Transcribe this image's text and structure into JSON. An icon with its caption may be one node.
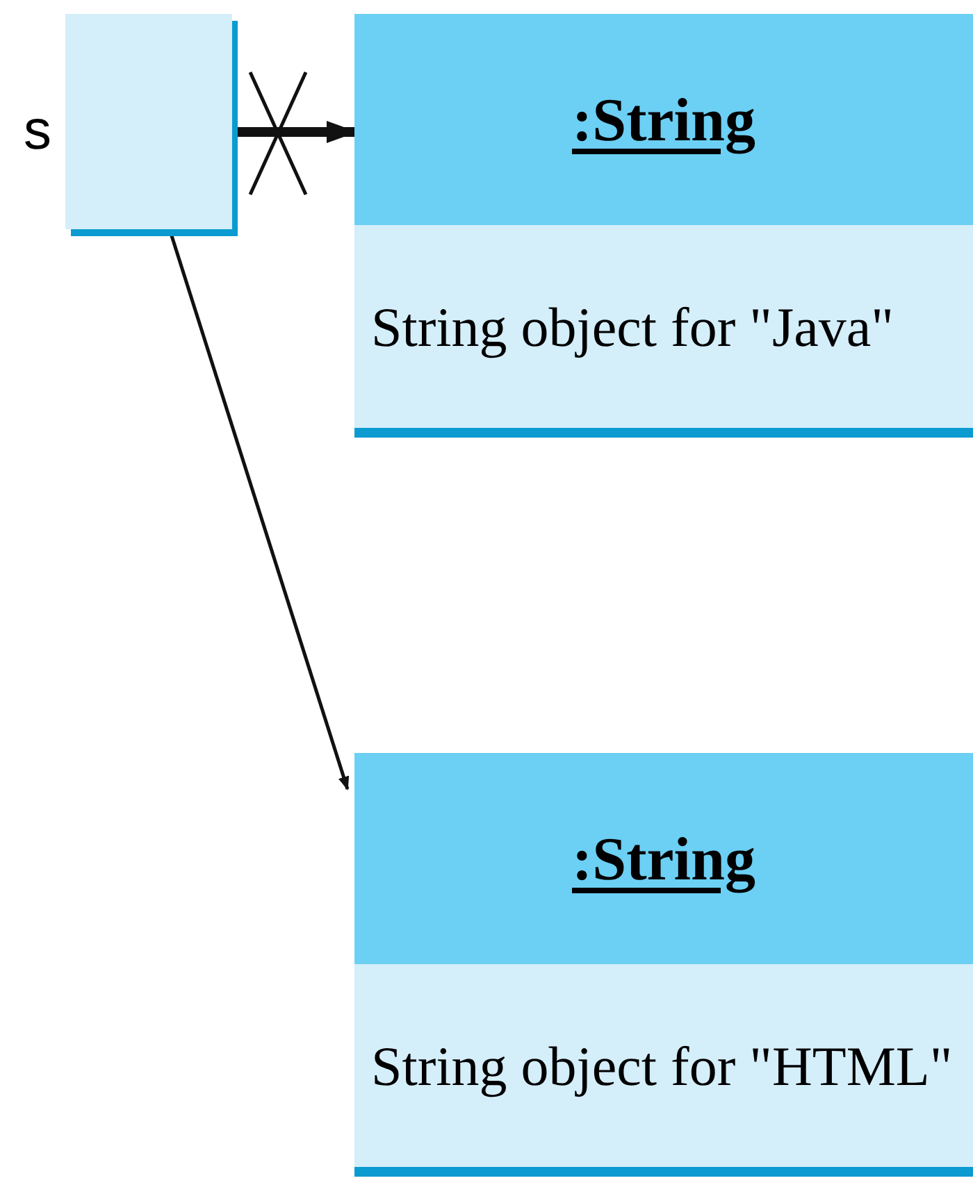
{
  "diagram": {
    "nodes": [
      {
        "text": [],
        "shape": "box",
        "beside": [
          "s"
        ]
      },
      {
        "text": [
          ":String",
          "String object for \"Java\""
        ]
      },
      {
        "text": [
          ":String",
          "String object for \"HTML\""
        ]
      }
    ],
    "edges": [
      {
        "from": 0,
        "to": 1,
        "arrow": "to",
        "style": "thick"
      },
      {
        "from": 0,
        "to": 2,
        "arrow": "to"
      }
    ]
  }
}
